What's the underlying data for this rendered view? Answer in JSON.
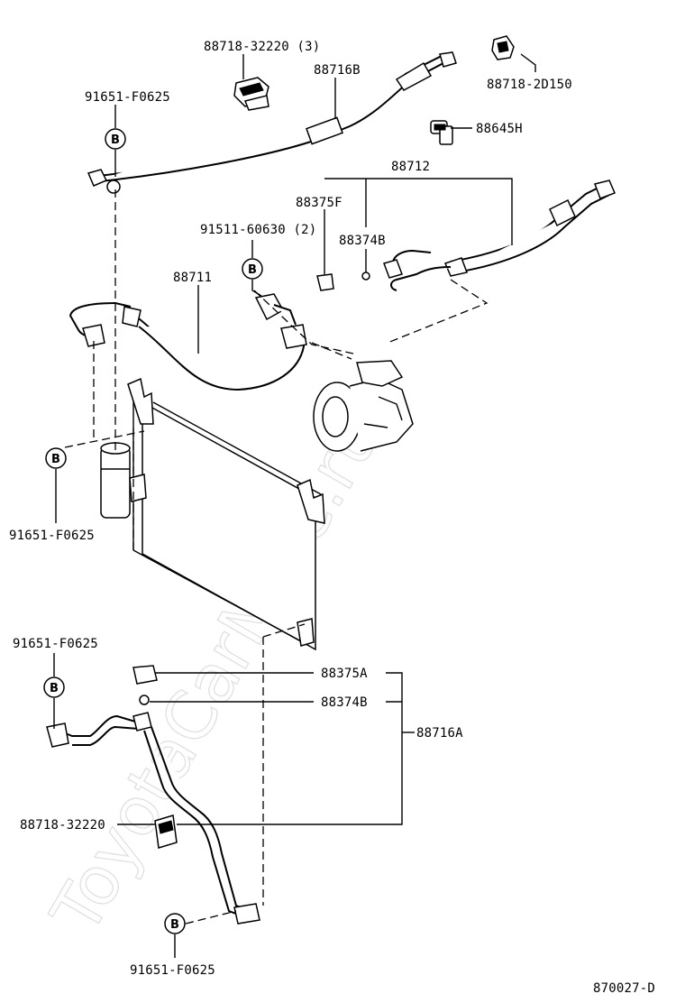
{
  "watermark": "ToyotaCarMine.ru",
  "parts": {
    "p_88718_32220_3": "88718-32220 (3)",
    "p_88716B": "88716B",
    "p_88718_2D150": "88718-2D150",
    "p_91651_top": "91651-F0625",
    "p_88645H": "88645H",
    "p_88712": "88712",
    "p_88375F": "88375F",
    "p_91511_60630": "91511-60630 (2)",
    "p_88374B_upper": "88374B",
    "p_88711": "88711",
    "p_91651_left": "91651-F0625",
    "p_91651_lower_left": "91651-F0625",
    "p_88375A": "88375A",
    "p_88374B_lower": "88374B",
    "p_88716A": "88716A",
    "p_88718_32220": "88718-32220",
    "p_91651_bottom": "91651-F0625"
  },
  "bolt_symbol": "B",
  "diagram_id": "870027-D"
}
